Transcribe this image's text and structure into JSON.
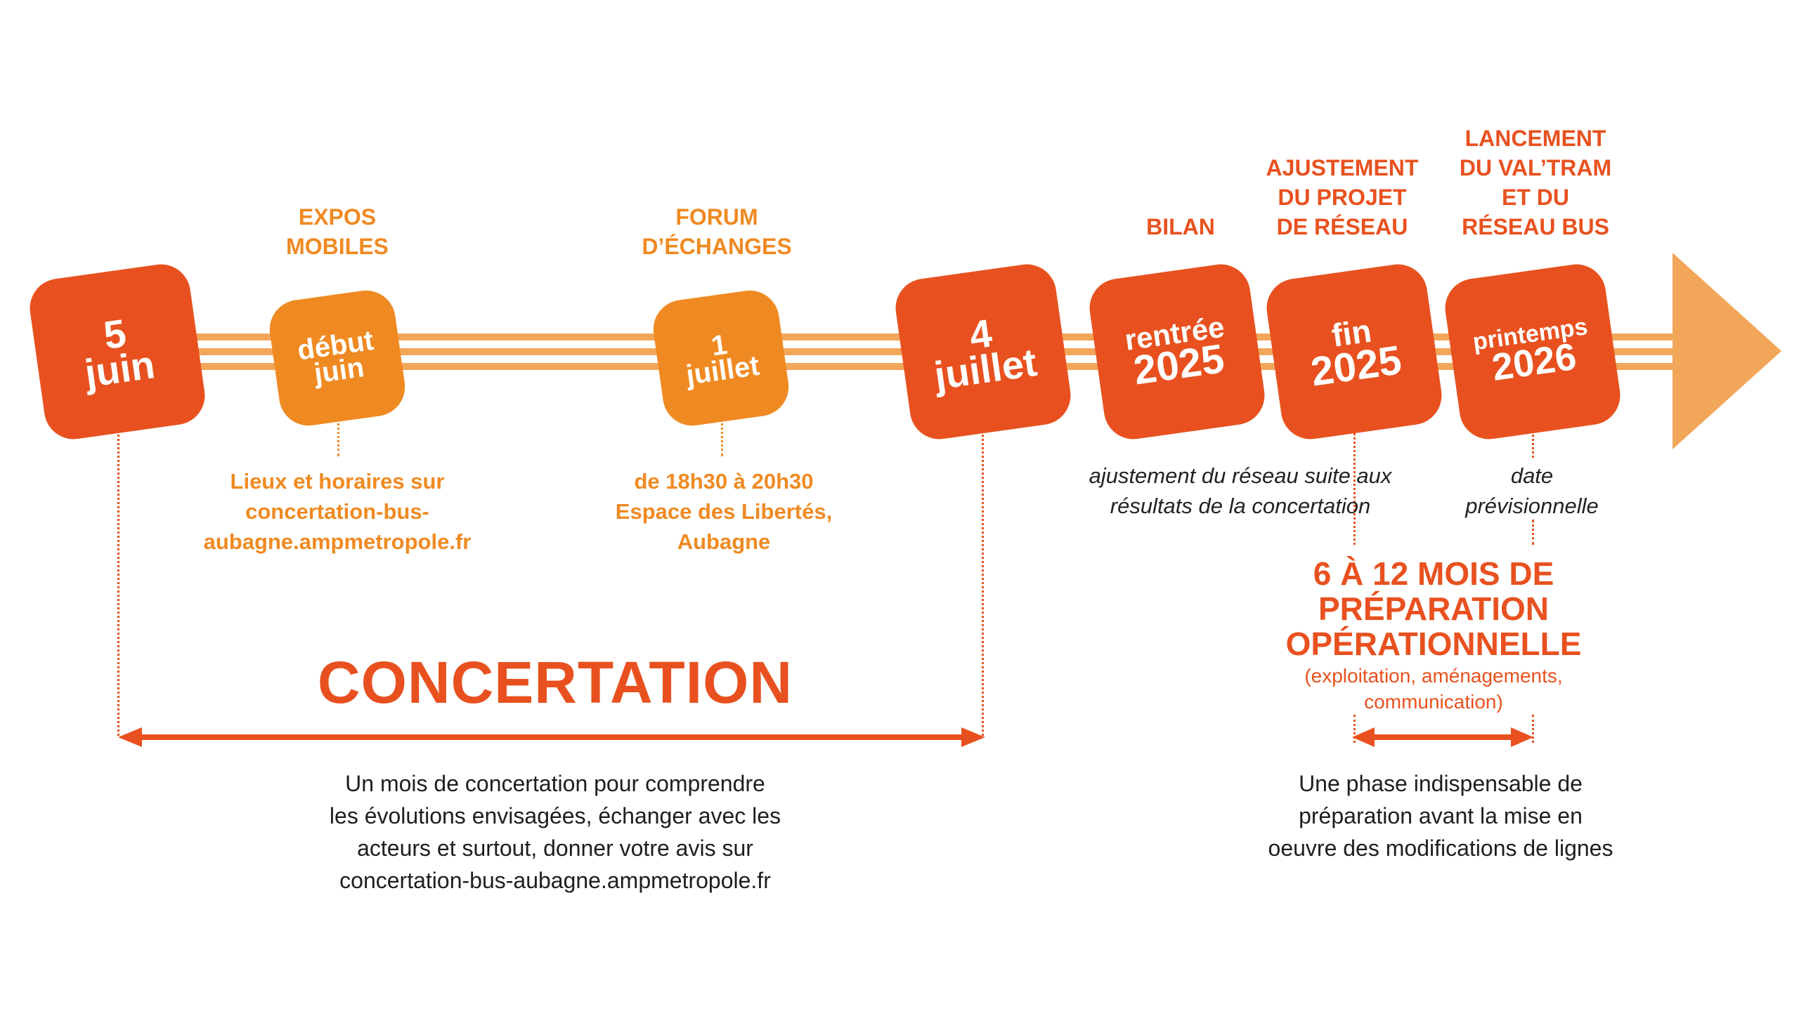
{
  "colors": {
    "red": "#e8511f",
    "orange": "#ef8a22",
    "arrow": "#f2a65a"
  },
  "milestones": [
    {
      "line1": "5",
      "line2": "juin",
      "color": "red"
    },
    {
      "line1": "début",
      "line2": "juin",
      "color": "orange",
      "heading": [
        "EXPOS",
        "MOBILES"
      ],
      "note": [
        "Lieux et horaires sur",
        "concertation-bus-",
        "aubagne.ampmetropole.fr"
      ]
    },
    {
      "line1": "1",
      "line2": "juillet",
      "color": "orange",
      "heading": [
        "FORUM",
        "D’ÉCHANGES"
      ],
      "note": [
        "de 18h30 à 20h30",
        "Espace des Libertés,",
        "Aubagne"
      ]
    },
    {
      "line1": "4",
      "line2": "juillet",
      "color": "red"
    },
    {
      "line1": "rentrée",
      "line2": "2025",
      "color": "red",
      "heading": [
        "BILAN"
      ],
      "note": [
        "ajustement du réseau suite aux",
        "résultats de la concertation"
      ]
    },
    {
      "line1": "fin",
      "line2": "2025",
      "color": "red",
      "heading": [
        "AJUSTEMENT",
        "DU PROJET",
        "DE RÉSEAU"
      ]
    },
    {
      "line1": "printemps",
      "line2": "2026",
      "color": "red",
      "heading": [
        "LANCEMENT",
        "DU VAL’TRAM",
        "ET DU",
        "RÉSEAU BUS"
      ],
      "note": [
        "date",
        "prévisionnelle"
      ]
    }
  ],
  "concertation": {
    "title": "CONCERTATION",
    "description": [
      "Un mois de concertation pour comprendre",
      "les évolutions envisagées, échanger avec les",
      "acteurs et surtout, donner votre avis sur",
      "concertation-bus-aubagne.ampmetropole.fr"
    ]
  },
  "preparation": {
    "title": [
      "6 À 12 MOIS DE",
      "PRÉPARATION",
      "OPÉRATIONNELLE"
    ],
    "subtitle": [
      "(exploitation, aménagements,",
      "communication)"
    ],
    "description": [
      "Une phase indispensable de",
      "préparation avant la mise en",
      "oeuvre des modifications de lignes"
    ]
  }
}
